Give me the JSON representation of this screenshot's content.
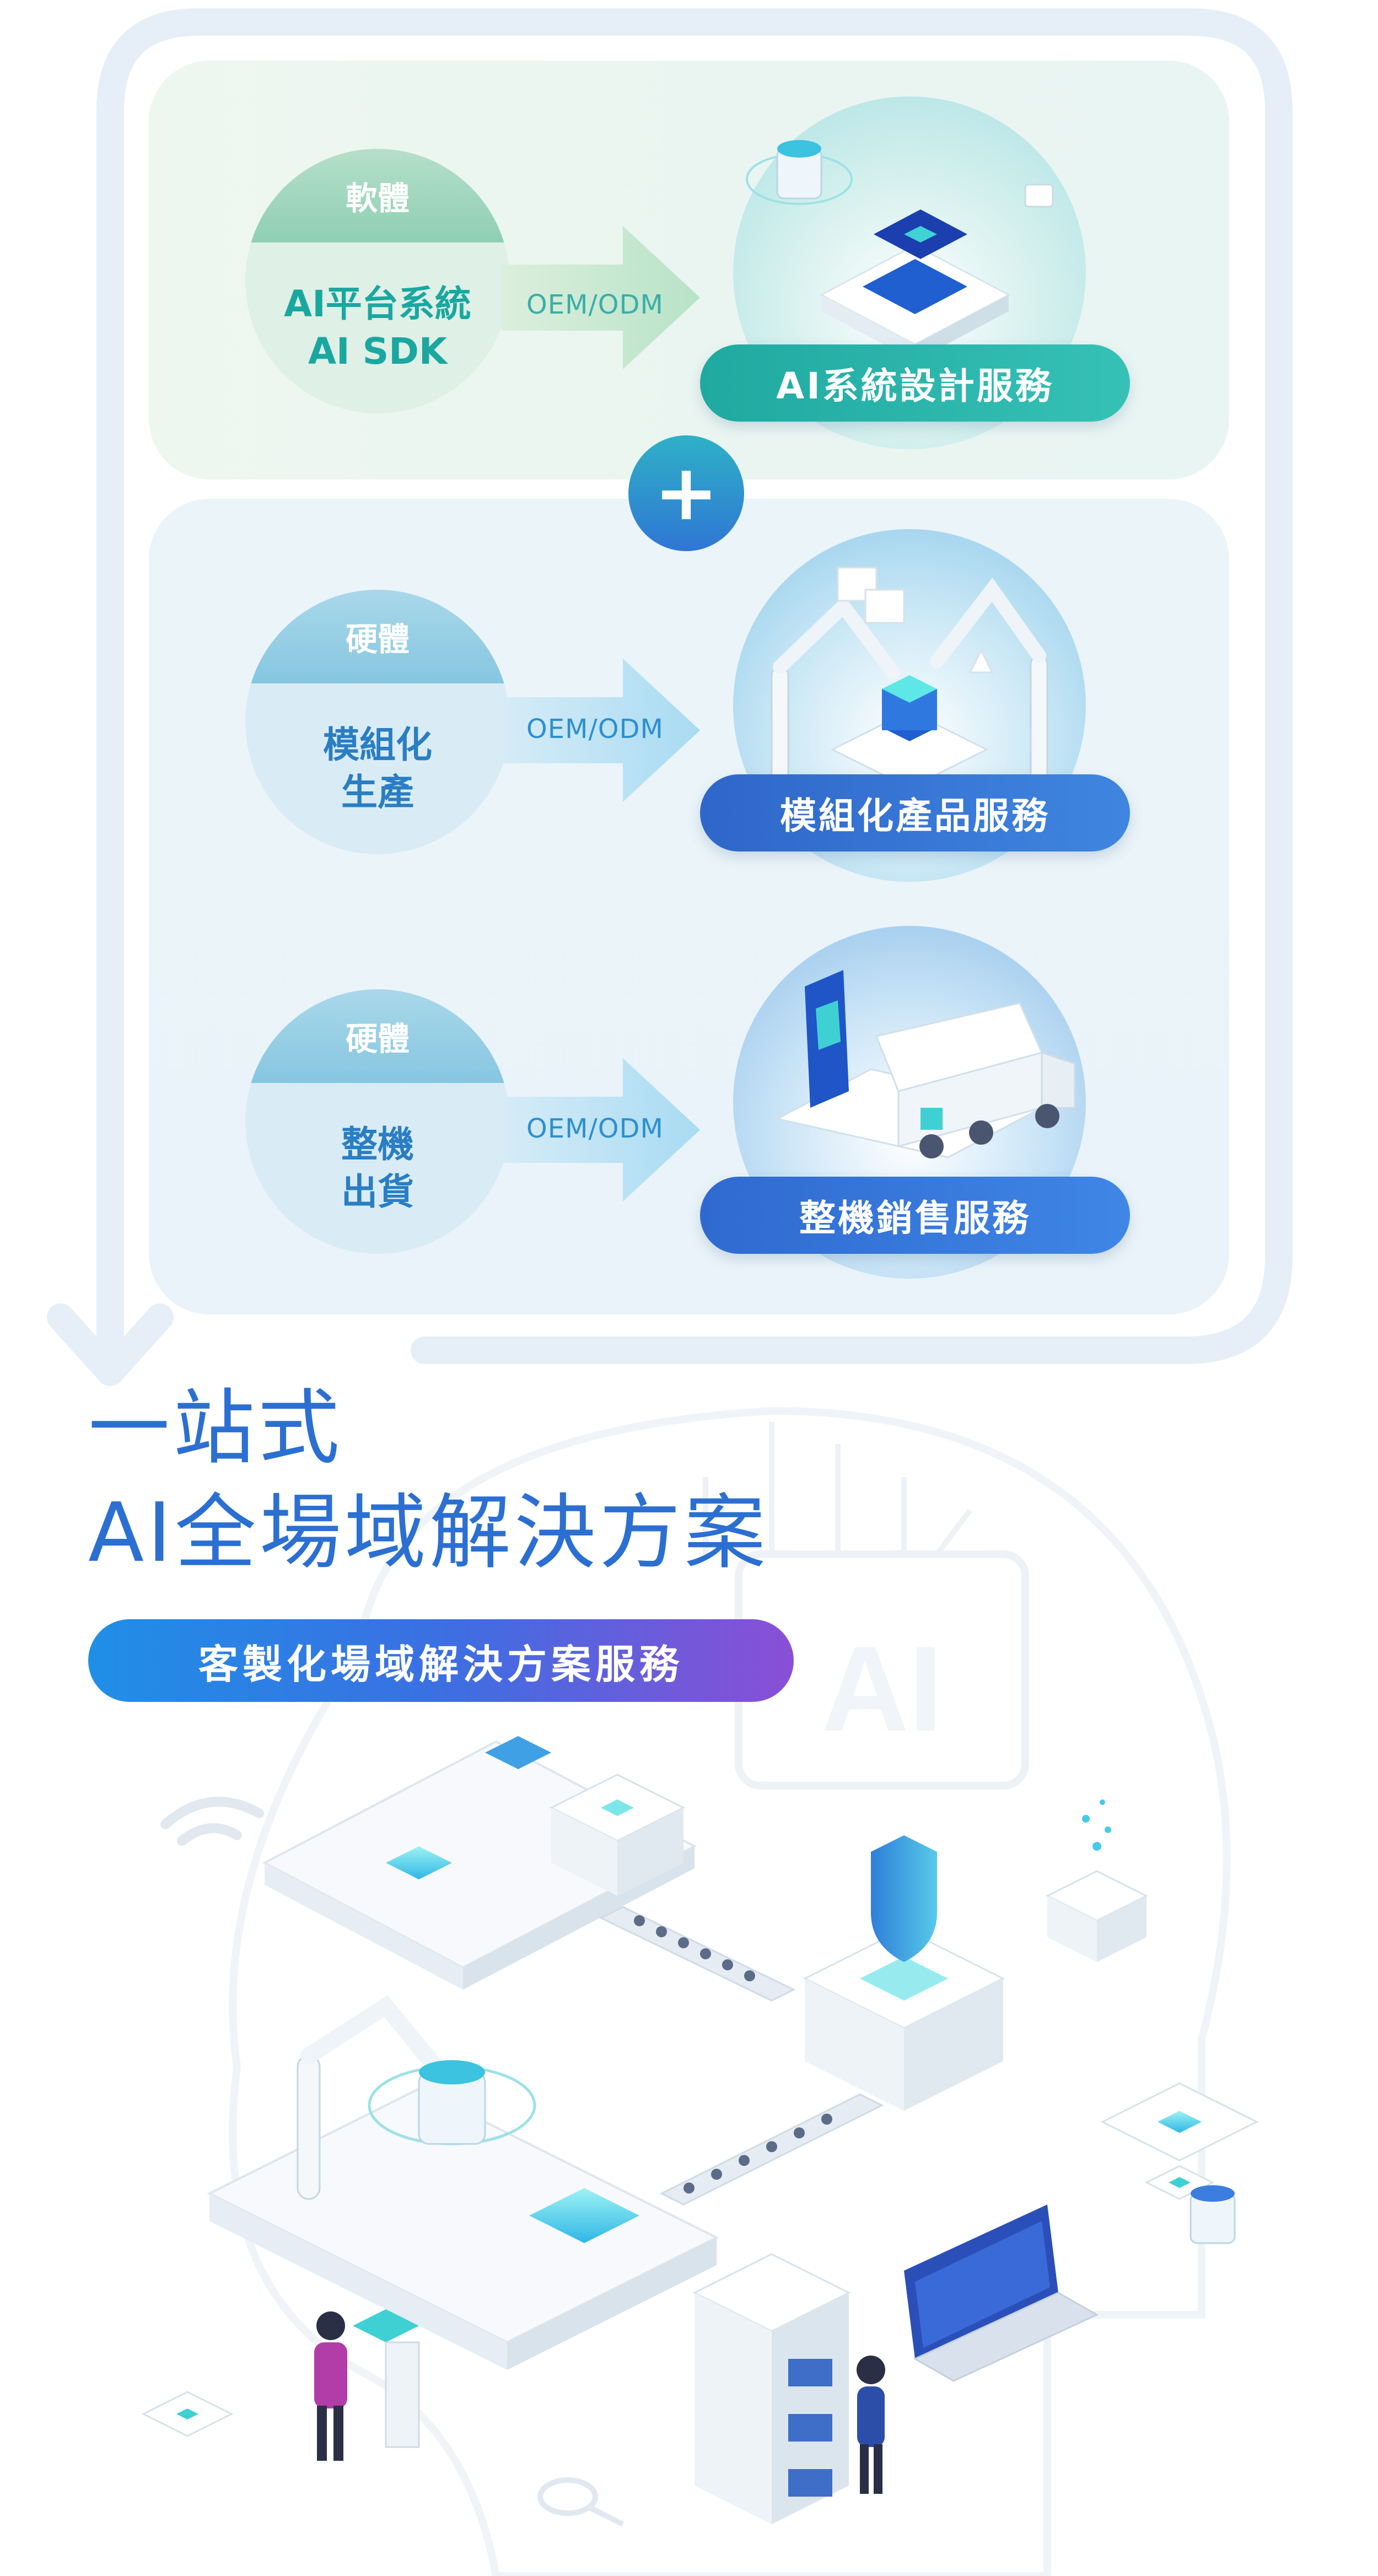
{
  "software": {
    "cap": "軟體",
    "lines": [
      "AI平台系統",
      "AI SDK"
    ]
  },
  "hardware_module": {
    "cap": "硬體",
    "lines": [
      "模組化",
      "生產"
    ]
  },
  "hardware_machine": {
    "cap": "硬體",
    "lines": [
      "整機",
      "出貨"
    ]
  },
  "oem_label": "OEM/ODM",
  "services": {
    "ai": "AI系統設計服務",
    "module": "模組化產品服務",
    "machine": "整機銷售服務"
  },
  "plus_symbol": "+",
  "headline": {
    "line1": "一站式",
    "line2": "AI全場域解決方案",
    "tagline": "客製化場域解決方案服務"
  },
  "illustration_labels": {
    "head_chip": "AI"
  },
  "colors": {
    "teal": "#1fa9a0",
    "blue": "#2f6ad0",
    "headline_blue": "#2b6fd2",
    "gradient_start": "#1f8fe6",
    "gradient_end": "#8a4fd6"
  }
}
